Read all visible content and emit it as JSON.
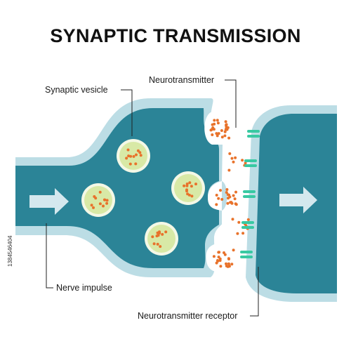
{
  "title": "SYNAPTIC TRANSMISSION",
  "labels": {
    "synaptic_vesicle": "Synaptic vesicle",
    "neurotransmitter": "Neurotransmitter",
    "nerve_impulse": "Nerve impulse",
    "neurotransmitter_receptor": "Neurotransmitter receptor"
  },
  "watermark": "1384546404",
  "colors": {
    "neuron": "#2b8497",
    "membrane": "#bcdde5",
    "vesicle_fill": "#d8e9a6",
    "vesicle_ring": "#f4f8e6",
    "neurotransmitter": "#e8722b",
    "receptor": "#38c9a2",
    "arrow": "#d4e8ee"
  }
}
